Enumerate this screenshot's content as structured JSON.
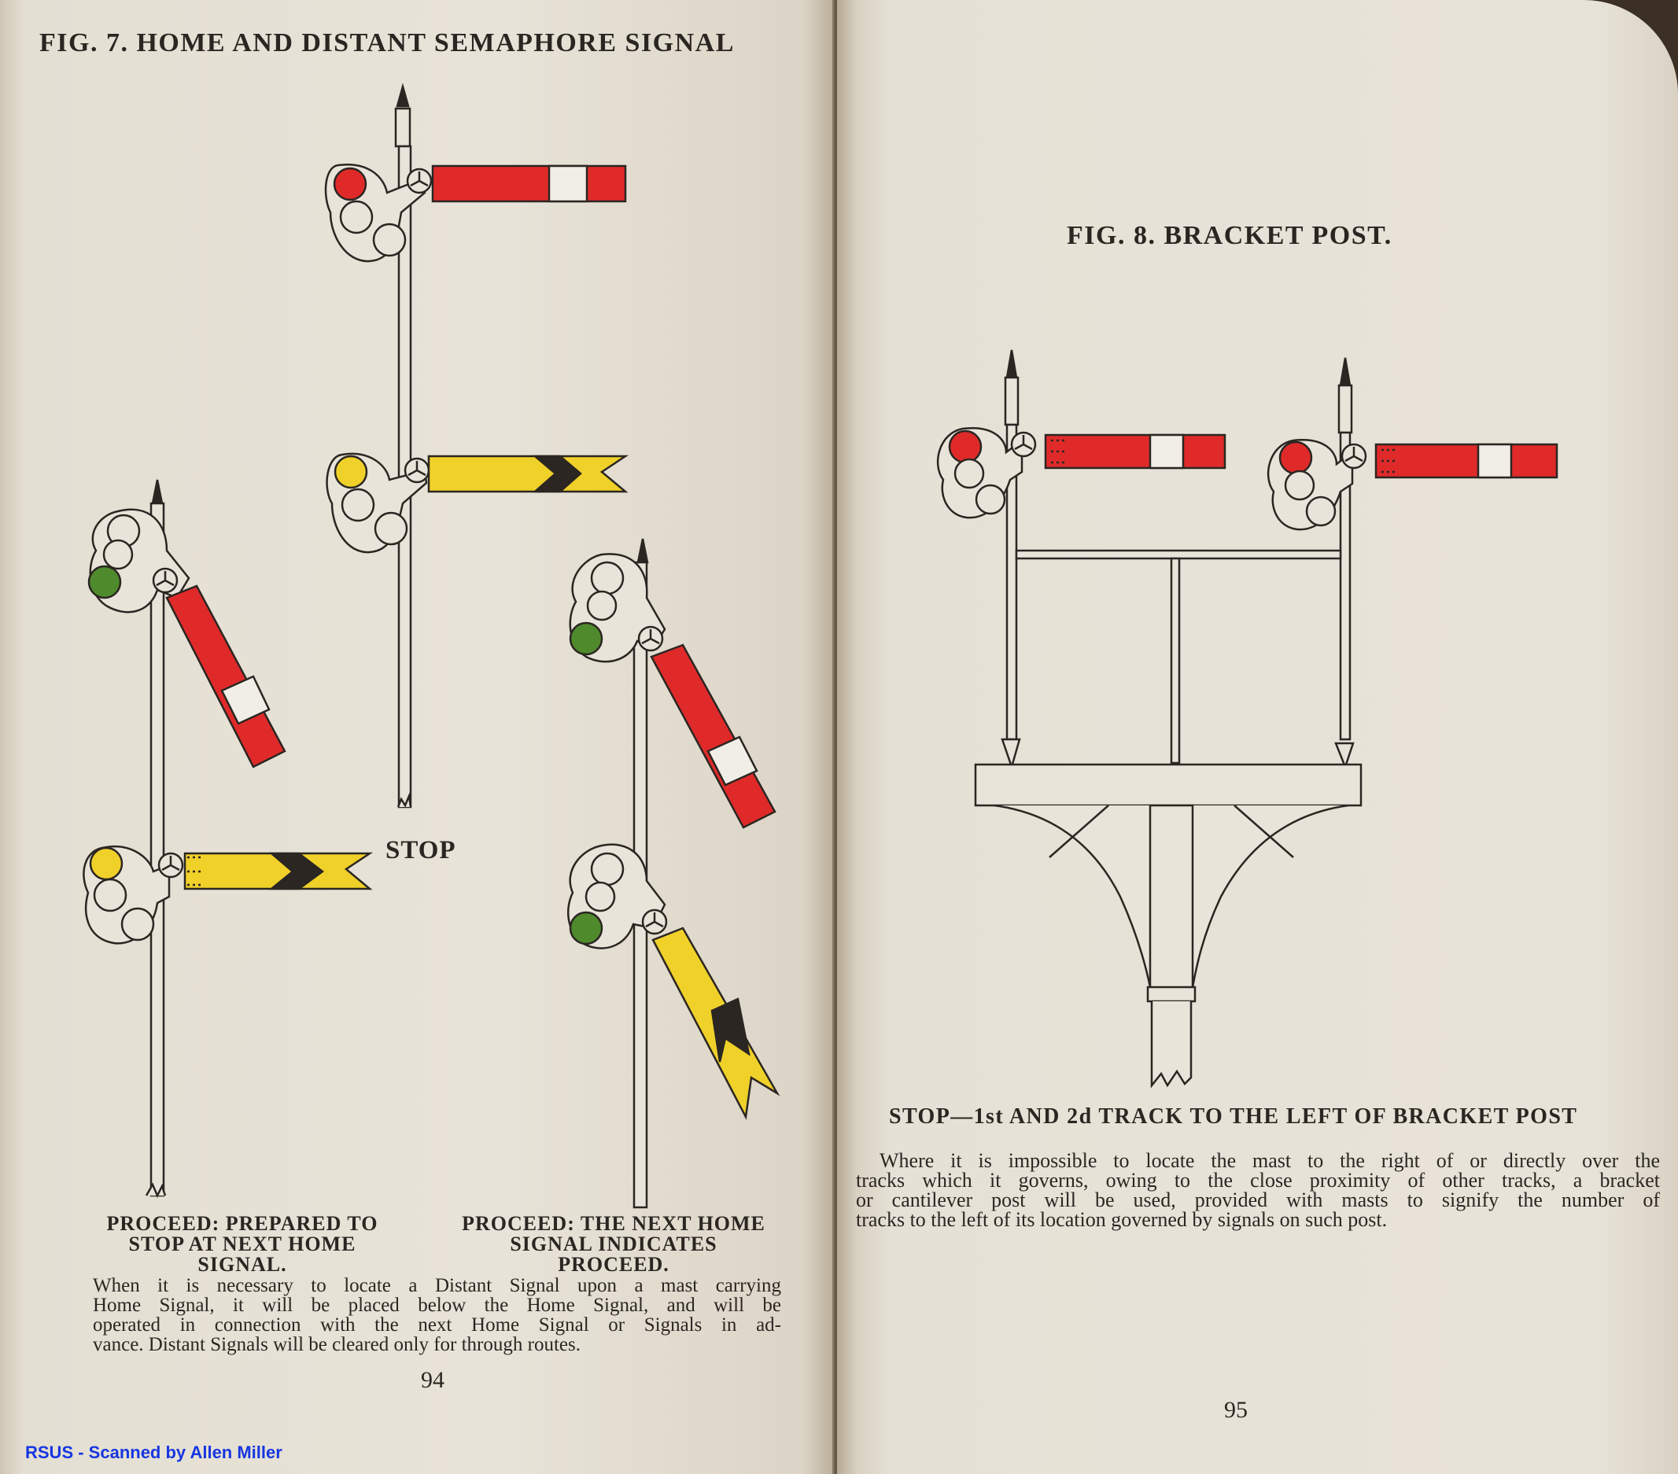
{
  "left_page": {
    "figure_title": "FIG.  7.   HOME AND DISTANT SEMAPHORE  SIGNAL",
    "stop_label": "STOP",
    "caption_left": [
      "PROCEED:   PREPARED  TO",
      "STOP AT NEXT HOME",
      "SIGNAL."
    ],
    "caption_right": [
      "PROCEED: THE NEXT HOME",
      "SIGNAL  INDICATES",
      "PROCEED."
    ],
    "body_lines": [
      "When it is necessary to locate a Distant Signal upon a mast carrying",
      "Home Signal, it will be placed  below  the  Home  Signal, and  will be",
      "operated in connection with the next Home Signal or Signals  in  ad-",
      "vance.   Distant Signals will be cleared only for through routes."
    ],
    "page_number": "94"
  },
  "right_page": {
    "figure_title": "FIG. 8.   BRACKET POST.",
    "caption": "STOP—1st AND 2d TRACK TO THE LEFT OF BRACKET POST",
    "body_lines": [
      "Where it is impossible to locate the mast to the right of or directly over the",
      "tracks which it governs, owing to the close proximity of other tracks, a bracket",
      "or cantilever post will be used, provided with masts to signify the number of",
      "tracks to the left of its location governed by signals on such post."
    ],
    "page_number": "95"
  },
  "scan_credit": "RSUS - Scanned by Allen Miller",
  "colors": {
    "paper": "#e6e1d6",
    "ink": "#2b2622",
    "signal_red": "#e02a2a",
    "signal_yellow": "#f0d12a",
    "signal_green": "#4f8a2c",
    "credit_blue": "#1736e0"
  },
  "icons": [
    "home-semaphore-signal-icon",
    "distant-semaphore-signal-icon",
    "bracket-post-icon"
  ]
}
